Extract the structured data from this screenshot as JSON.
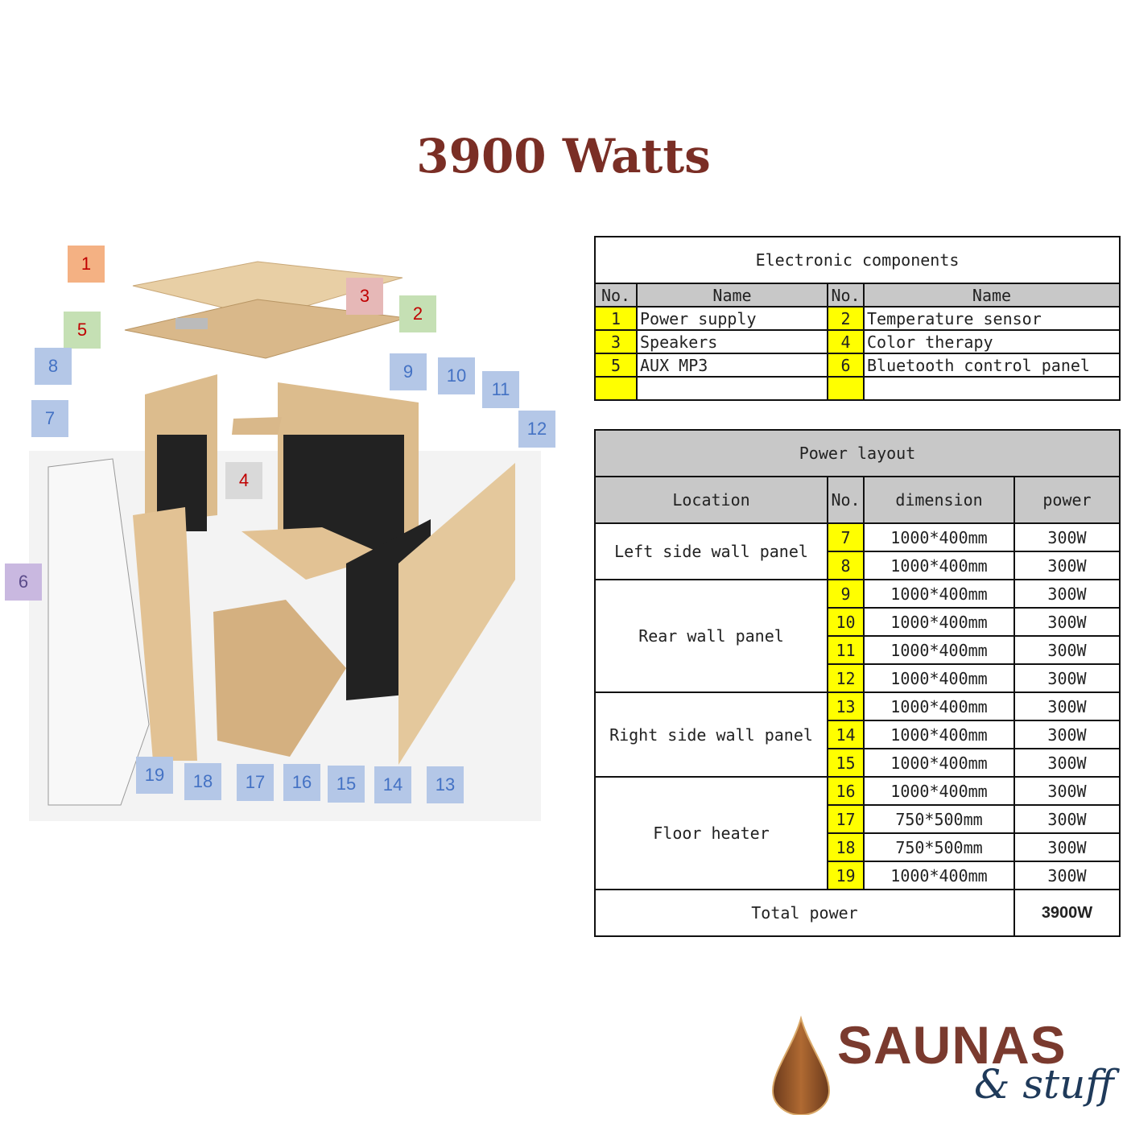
{
  "title": "3900 Watts",
  "callouts": [
    {
      "n": "1",
      "bg": "#f4b183",
      "fg": "#c00000"
    },
    {
      "n": "2",
      "bg": "#c5e0b4",
      "fg": "#c00000"
    },
    {
      "n": "3",
      "bg": "#e6b8b7",
      "fg": "#c00000"
    },
    {
      "n": "4",
      "bg": "#d9d9d9",
      "fg": "#c00000"
    },
    {
      "n": "5",
      "bg": "#c5e0b4",
      "fg": "#c00000"
    },
    {
      "n": "6",
      "bg": "#c9b8e0",
      "fg": "#5b4b8a"
    },
    {
      "n": "7",
      "bg": "#b4c7e7",
      "fg": "#4472c4"
    },
    {
      "n": "8",
      "bg": "#b4c7e7",
      "fg": "#4472c4"
    },
    {
      "n": "9",
      "bg": "#b4c7e7",
      "fg": "#4472c4"
    },
    {
      "n": "10",
      "bg": "#b4c7e7",
      "fg": "#4472c4"
    },
    {
      "n": "11",
      "bg": "#b4c7e7",
      "fg": "#4472c4"
    },
    {
      "n": "12",
      "bg": "#b4c7e7",
      "fg": "#4472c4"
    },
    {
      "n": "13",
      "bg": "#b4c7e7",
      "fg": "#4472c4"
    },
    {
      "n": "14",
      "bg": "#b4c7e7",
      "fg": "#4472c4"
    },
    {
      "n": "15",
      "bg": "#b4c7e7",
      "fg": "#4472c4"
    },
    {
      "n": "16",
      "bg": "#b4c7e7",
      "fg": "#4472c4"
    },
    {
      "n": "17",
      "bg": "#b4c7e7",
      "fg": "#4472c4"
    },
    {
      "n": "18",
      "bg": "#b4c7e7",
      "fg": "#4472c4"
    },
    {
      "n": "19",
      "bg": "#b4c7e7",
      "fg": "#4472c4"
    }
  ],
  "electronic": {
    "title": "Electronic components",
    "h_no": "No.",
    "h_name": "Name",
    "rows": [
      [
        "1",
        "Power supply",
        "2",
        "Temperature sensor"
      ],
      [
        "3",
        "Speakers",
        "4",
        "Color therapy"
      ],
      [
        "5",
        "AUX MP3",
        "6",
        "Bluetooth control panel"
      ],
      [
        "",
        "",
        "",
        ""
      ]
    ]
  },
  "power": {
    "title": "Power layout",
    "h_location": "Location",
    "h_no": "No.",
    "h_dimension": "dimension",
    "h_power": "power",
    "groups": [
      {
        "location": "Left side wall panel",
        "rows": [
          [
            "7",
            "1000*400mm",
            "300W"
          ],
          [
            "8",
            "1000*400mm",
            "300W"
          ]
        ]
      },
      {
        "location": "Rear wall panel",
        "rows": [
          [
            "9",
            "1000*400mm",
            "300W"
          ],
          [
            "10",
            "1000*400mm",
            "300W"
          ],
          [
            "11",
            "1000*400mm",
            "300W"
          ],
          [
            "12",
            "1000*400mm",
            "300W"
          ]
        ]
      },
      {
        "location": "Right side wall panel",
        "rows": [
          [
            "13",
            "1000*400mm",
            "300W"
          ],
          [
            "14",
            "1000*400mm",
            "300W"
          ],
          [
            "15",
            "1000*400mm",
            "300W"
          ]
        ]
      },
      {
        "location": "Floor heater",
        "rows": [
          [
            "16",
            "1000*400mm",
            "300W"
          ],
          [
            "17",
            "750*500mm",
            "300W"
          ],
          [
            "18",
            "750*500mm",
            "300W"
          ],
          [
            "19",
            "1000*400mm",
            "300W"
          ]
        ]
      }
    ],
    "total_label": "Total power",
    "total_value": "3900W"
  },
  "logo": {
    "brand": "SAUNAS",
    "sub": "& stuff"
  }
}
